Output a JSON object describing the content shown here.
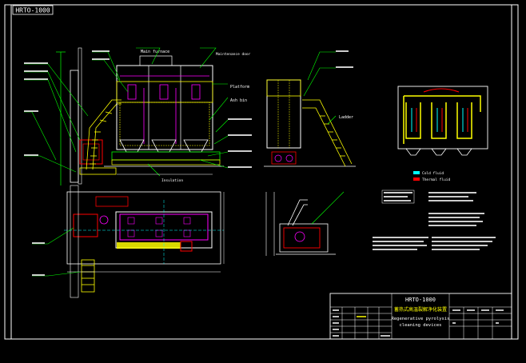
{
  "drawing": {
    "stamp": "HRTO-1000",
    "title_block": {
      "model": "HRTO-1000",
      "name_cn": "蓄热式高温裂解净化装置",
      "name_en_1": "Regenerative pyrolysis",
      "name_en_2": "cleaning devices"
    },
    "labels": {
      "main_furnace": "Main furnace",
      "platform": "Platform",
      "ash_bin": "Ash bin",
      "ladder": "Ladder",
      "insulation": "Insulation",
      "maintenance_door": "Maintenance door",
      "cold_fluid": "Cold fluid",
      "thermal_fluid": "Thermal fluid"
    }
  },
  "colors": {
    "frame": "#ffffff",
    "structure": "#ffffff",
    "platform": "#ffff00",
    "leader": "#00ff00",
    "fan": "#ff0000",
    "duct": "#ff00ff",
    "axis": "#00ffff",
    "cold": "#00ffff",
    "hot": "#ff0000"
  }
}
